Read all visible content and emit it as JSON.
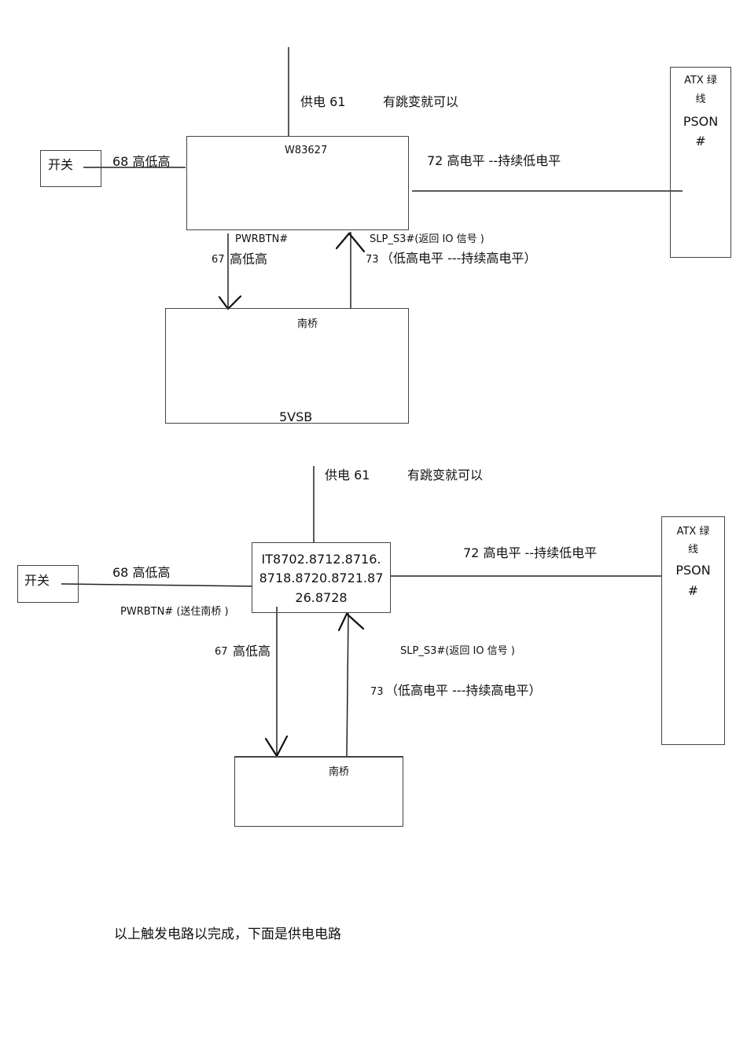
{
  "diagram1": {
    "switch_label": "开关",
    "chip_label": "W83627",
    "power_label": "供电  61",
    "power_note": "有跳变就可以",
    "pin68_label": "68 高低高",
    "pin72_label": "72  高电平 --持续低电平",
    "atx_line1": "ATX  绿",
    "atx_line2": "线",
    "atx_line3": "PSON",
    "atx_line4": "#",
    "pwrbtn_label": "PWRBTN#",
    "pin67_num": "67",
    "pin67_label": "高低高",
    "slp_label": "SLP_S3#(返回  IO  信号 )",
    "pin73_num": "73",
    "pin73_label": "（低高电平 ---持续高电平）",
    "southbridge_label": "南桥",
    "vsb_label": "5VSB"
  },
  "diagram2": {
    "switch_label": "开关",
    "chip_line1": "IT8702.8712.8716.",
    "chip_line2": "8718.8720.8721.87",
    "chip_line3": "26.8728",
    "power_label": "供电  61",
    "power_note": "有跳变就可以",
    "pin68_label": "68 高低高",
    "pin72_label": "72  高电平 --持续低电平",
    "atx_line1": "ATX  绿",
    "atx_line2": "线",
    "atx_line3": "PSON",
    "atx_line4": "#",
    "pwrbtn_label": "PWRBTN#  (送住南桥 )",
    "pin67_num": "67",
    "pin67_label": "高低高",
    "slp_label": "SLP_S3#(返回  IO  信号 )",
    "pin73_num": "73",
    "pin73_label": "（低高电平 ---持续高电平）",
    "southbridge_label": "南桥"
  },
  "footer_text": "以上触发电路以完成，下面是供电电路"
}
